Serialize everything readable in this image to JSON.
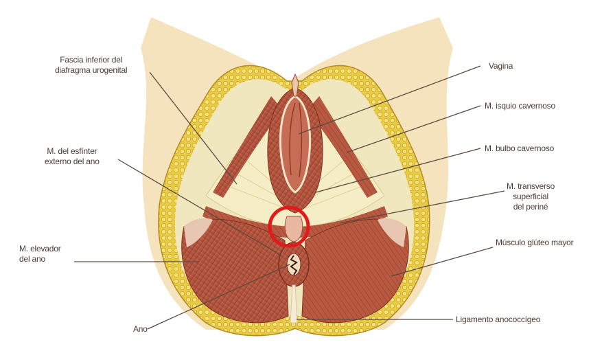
{
  "labels": {
    "fascia_inferior": [
      "Fascia inferior del",
      "diafragma urogenital"
    ],
    "esfinter_ano": [
      "M. del esfínter",
      "externo del ano"
    ],
    "elevador_ano": [
      "M. elevador",
      "del ano"
    ],
    "ano": "Ano",
    "vagina": "Vagina",
    "isquio_cavernoso": "M. isquio cavernoso",
    "bulbo_cavernoso": "M. bulbo cavernoso",
    "transverso": [
      "M. transverso",
      "superficial",
      "del periné"
    ],
    "gluteo_mayor": "Músculo glúteo mayor",
    "ligamento": "Ligamento anococcígeo"
  },
  "colors": {
    "skin": "#f3dcae",
    "fat": "#e6c437",
    "muscle": "#b5523b",
    "muscle_dark": "#8a3424",
    "membrane": "#f4ecc4",
    "highlight_circle": "#e11b1b",
    "leader_line": "#5a4a42"
  }
}
